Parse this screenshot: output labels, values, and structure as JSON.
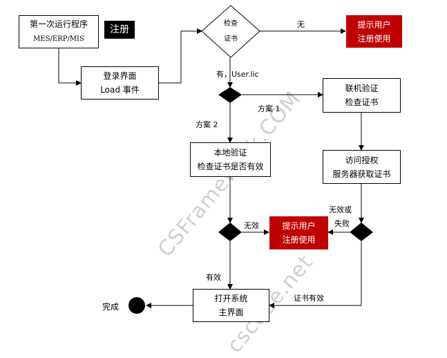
{
  "watermark": {
    "line1": "CSFramework.COM",
    "line2": "cscode.net"
  },
  "nodes": {
    "start": {
      "l1": "第一次运行程序",
      "l2": "MES/ERP/MIS"
    },
    "register": {
      "label": "注册"
    },
    "login": {
      "l1": "登录界面",
      "l2": "Load 事件"
    },
    "check_cert": {
      "l1": "检查",
      "l2": "证书"
    },
    "prompt_top": {
      "l1": "提示用户",
      "l2": "注册使用"
    },
    "online_verify": {
      "l1": "联机验证",
      "l2": "检查证书"
    },
    "local_verify": {
      "l1": "本地验证",
      "l2": "检查证书是否有效"
    },
    "auth_server": {
      "l1": "访问授权",
      "l2": "服务器获取证书"
    },
    "prompt_mid": {
      "l1": "提示用户",
      "l2": "注册使用"
    },
    "open_main": {
      "l1": "打开系统",
      "l2": "主界面"
    },
    "done": {
      "label": "完成"
    }
  },
  "edges": {
    "none": "无",
    "has_user_lic": "有，User.lic",
    "plan1": "方案 1",
    "plan2": "方案 2",
    "invalid": "无效",
    "invalid_or_fail_1": "无效或",
    "invalid_or_fail_2": "失败",
    "valid": "有效",
    "cert_valid": "证书有效"
  },
  "colors": {
    "prompt_bg": "#c00000",
    "register_bg": "#000000",
    "watermark": "#cfcfcf"
  }
}
